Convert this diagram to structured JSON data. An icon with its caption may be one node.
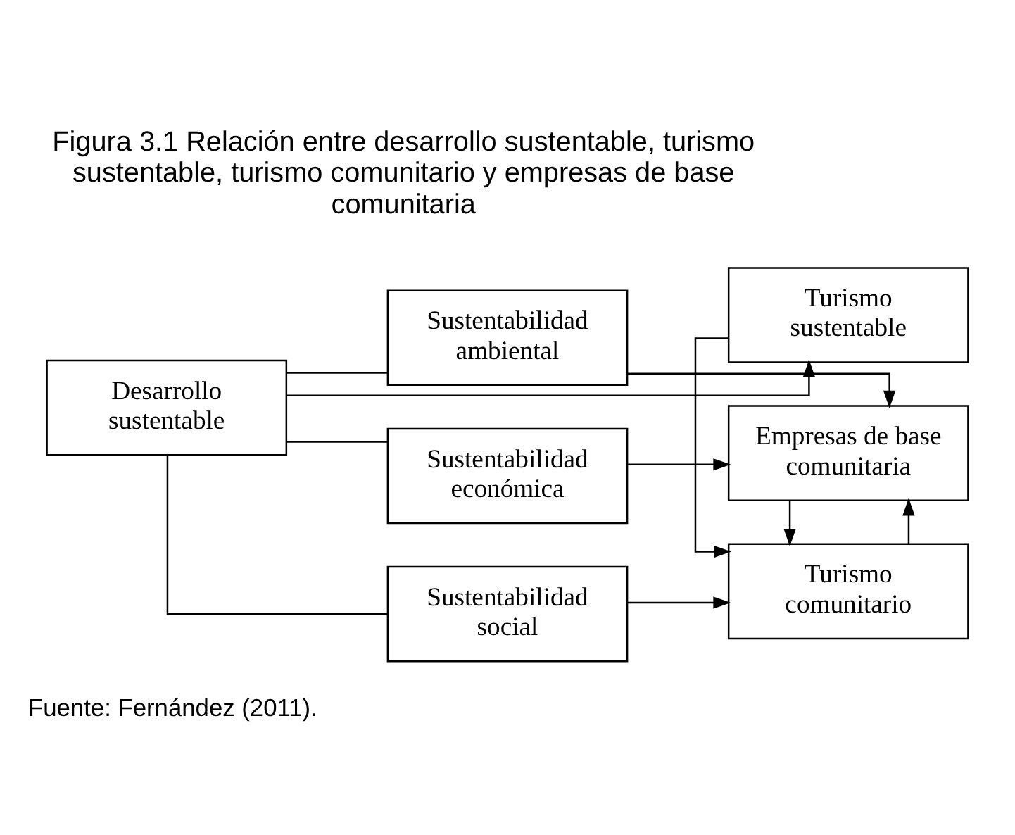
{
  "diagram": {
    "title": "Figura 3.1 Relación entre desarrollo sustentable, turismo sustentable, turismo comunitario y empresas de base comunitaria",
    "caption": "Fuente: Fernández (2011).",
    "nodes": [
      {
        "text": [
          "Desarrollo sustentable"
        ]
      },
      {
        "text": [
          "Sustentabilidad ambiental"
        ]
      },
      {
        "text": [
          "Sustentabilidad económica"
        ]
      },
      {
        "text": [
          "Sustentabilidad social"
        ]
      },
      {
        "text": [
          "Empresas de base comunitaria"
        ]
      },
      {
        "text": [
          "Turismo comunitario"
        ]
      },
      {
        "text": [
          "Turismo sustentable"
        ]
      }
    ],
    "edges": [
      {
        "from": 0,
        "to": 1,
        "arrow": "none"
      },
      {
        "from": 0,
        "to": 2,
        "arrow": "none"
      },
      {
        "from": 0,
        "to": 3,
        "arrow": "none"
      },
      {
        "from": 1,
        "to": 4,
        "arrow": "to"
      },
      {
        "from": 2,
        "to": 4,
        "arrow": "to"
      },
      {
        "from": 3,
        "to": 5,
        "arrow": "to"
      },
      {
        "from": 4,
        "to": 5,
        "arrow": "to"
      },
      {
        "from": 5,
        "to": 4,
        "arrow": "to"
      },
      {
        "from": 6,
        "to": 5,
        "arrow": "to"
      },
      {
        "from": 0,
        "to": 6,
        "arrow": "to"
      }
    ]
  }
}
